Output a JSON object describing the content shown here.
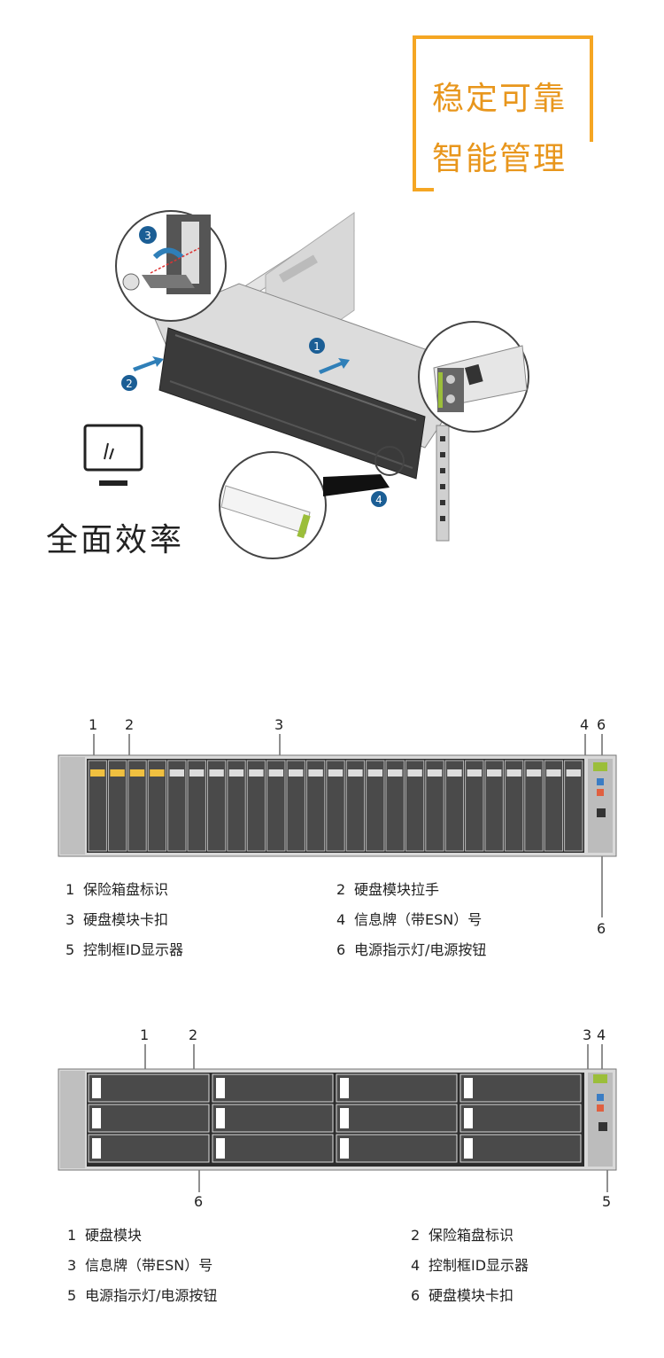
{
  "slogan": {
    "line1": "稳定可靠",
    "line2": "智能管理",
    "accent_color": "#f5a623"
  },
  "section_title": "全面效率",
  "install_steps": [
    "1",
    "2",
    "3",
    "4"
  ],
  "icons": {
    "monitor": "monitor-icon"
  },
  "diagram_25": {
    "callouts": [
      "1",
      "2",
      "3",
      "4",
      "6",
      "6"
    ],
    "legend": [
      {
        "num": "1",
        "label": "保险箱盘标识"
      },
      {
        "num": "2",
        "label": "硬盘模块拉手"
      },
      {
        "num": "3",
        "label": "硬盘模块卡扣"
      },
      {
        "num": "4",
        "label": "信息牌（带ESN）号"
      },
      {
        "num": "5",
        "label": "控制框ID显示器"
      },
      {
        "num": "6",
        "label": "电源指示灯/电源按钮"
      }
    ]
  },
  "diagram_12": {
    "callouts": [
      "1",
      "2",
      "3",
      "4",
      "6",
      "5"
    ],
    "legend": [
      {
        "num": "1",
        "label": "硬盘模块"
      },
      {
        "num": "2",
        "label": "保险箱盘标识"
      },
      {
        "num": "3",
        "label": "信息牌（带ESN）号"
      },
      {
        "num": "4",
        "label": "控制框ID显示器"
      },
      {
        "num": "5",
        "label": "电源指示灯/电源按钮"
      },
      {
        "num": "6",
        "label": "硬盘模块卡扣"
      }
    ]
  }
}
